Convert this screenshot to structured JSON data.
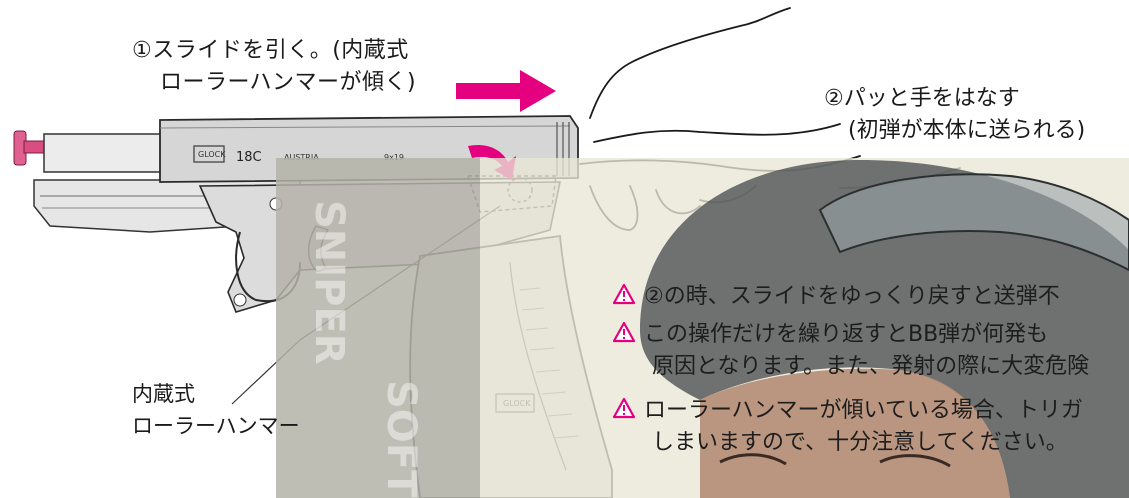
{
  "step1": {
    "line1": "①スライドを引く。(内蔵式",
    "line2": "ローラーハンマーが傾く)"
  },
  "step2": {
    "line1": "②パッと手をはなす",
    "line2": "(初弾が本体に送られる)"
  },
  "hammer_label": {
    "line1": "内蔵式",
    "line2": "ローラーハンマー"
  },
  "gun_markings": {
    "logo": "GLOCK",
    "model": "18C",
    "country": "AUSTRIA",
    "caliber": "9x19"
  },
  "warnings": [
    {
      "lines": [
        "②の時、スライドをゆっくり戻すと送弾不"
      ]
    },
    {
      "lines": [
        "この操作だけを繰り返すとBB弾が何発も",
        "原因となります。また、発射の際に大変危険"
      ]
    },
    {
      "lines": [
        "ローラーハンマーが傾いている場合、トリガ",
        "しまいますので、十分注意してください。"
      ]
    }
  ],
  "colors": {
    "arrow": "#e4007f",
    "warning": "#e4007f",
    "overlay_bg": "#e9e7d6",
    "gun_fill": "#d9d9d9",
    "grip_fill": "#e2e2e2",
    "helmet": "#4a4e50"
  },
  "icons": {
    "warning": "warning-triangle-icon",
    "slide_arrow": "right-arrow-icon",
    "hammer_arrow": "curved-arrow-icon"
  }
}
